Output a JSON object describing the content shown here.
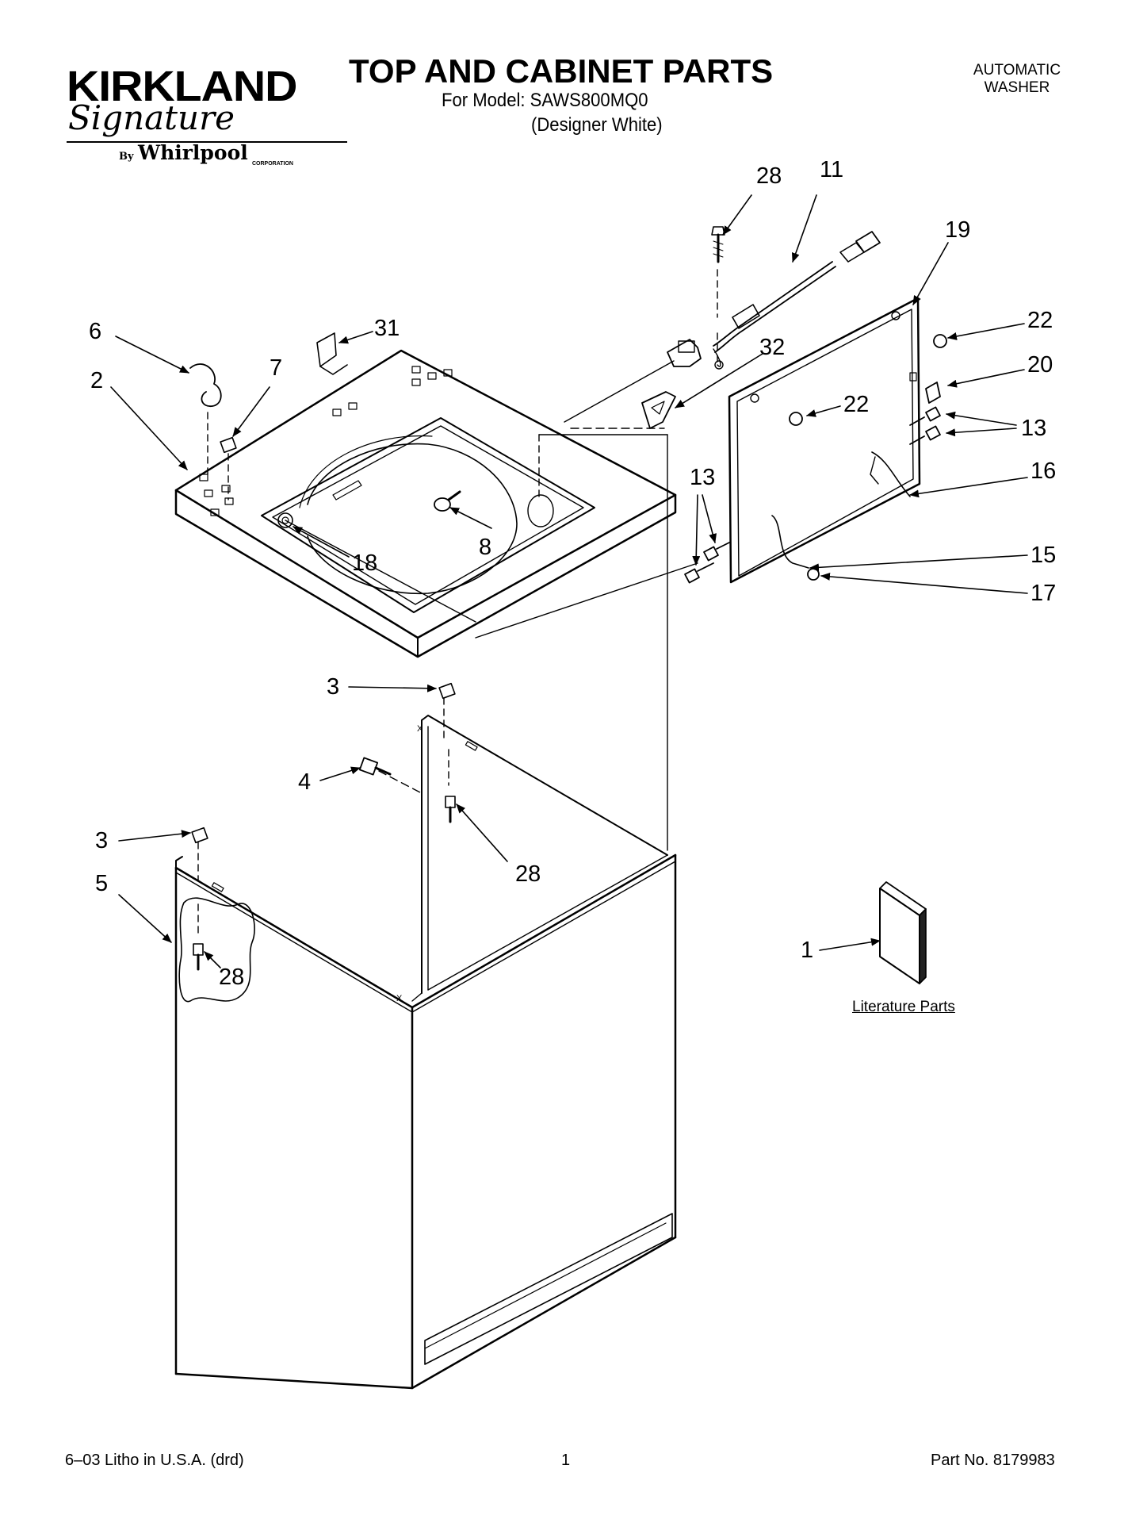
{
  "brand": {
    "name": "KIRKLAND",
    "script": "Signature",
    "by": "By",
    "maker": "Whirlpool",
    "maker_suffix": "CORPORATION"
  },
  "header": {
    "title": "TOP AND CABINET PARTS",
    "model_line": "For Model: SAWS800MQ0",
    "variant_line": "(Designer White)",
    "product_type_line1": "AUTOMATIC",
    "product_type_line2": "WASHER"
  },
  "callouts": {
    "c28a": "28",
    "c11": "11",
    "c19": "19",
    "c6": "6",
    "c31": "31",
    "c32": "32",
    "c22a": "22",
    "c2": "2",
    "c7": "7",
    "c20": "20",
    "c22b": "22",
    "c13a": "13",
    "c13b": "13",
    "c16": "16",
    "c8": "8",
    "c18": "18",
    "c15": "15",
    "c17": "17",
    "c3a": "3",
    "c4": "4",
    "c28b": "28",
    "c3b": "3",
    "c5": "5",
    "c28c": "28",
    "c1": "1"
  },
  "literature_label": "Literature Parts",
  "footer": {
    "left": "6–03 Litho in U.S.A. (drd)",
    "center": "1",
    "right": "Part No. 8179983"
  }
}
